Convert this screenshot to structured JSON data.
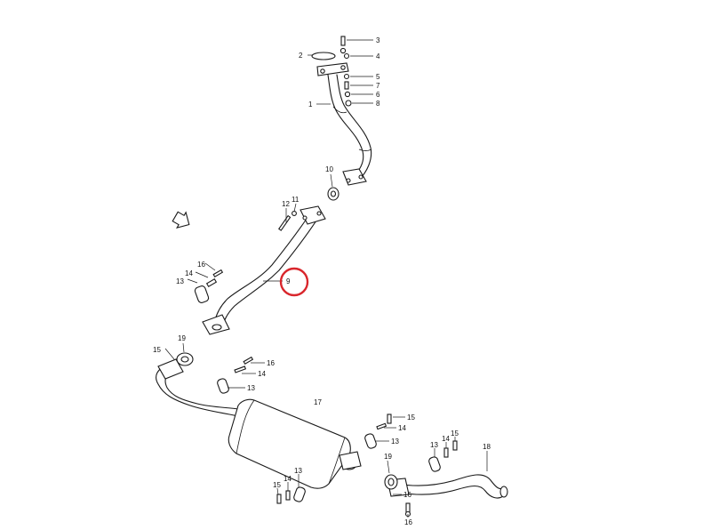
{
  "colors": {
    "line": "#1a1a1a",
    "highlight": "#d9262c",
    "background": "#ffffff"
  },
  "labels": [
    {
      "id": "l1",
      "text": "1"
    },
    {
      "id": "l2",
      "text": "2"
    },
    {
      "id": "l3",
      "text": "3"
    },
    {
      "id": "l4",
      "text": "4"
    },
    {
      "id": "l5",
      "text": "5"
    },
    {
      "id": "l6",
      "text": "6"
    },
    {
      "id": "l7",
      "text": "7"
    },
    {
      "id": "l8",
      "text": "8"
    },
    {
      "id": "l10",
      "text": "10"
    },
    {
      "id": "l11",
      "text": "11"
    },
    {
      "id": "l12",
      "text": "12"
    },
    {
      "id": "l9",
      "text": "9"
    },
    {
      "id": "l13a",
      "text": "13"
    },
    {
      "id": "l14a",
      "text": "14"
    },
    {
      "id": "l16a",
      "text": "16"
    },
    {
      "id": "l15a",
      "text": "15"
    },
    {
      "id": "l19a",
      "text": "19"
    },
    {
      "id": "l16b",
      "text": "16"
    },
    {
      "id": "l14b",
      "text": "14"
    },
    {
      "id": "l13b",
      "text": "13"
    },
    {
      "id": "l17",
      "text": "17"
    },
    {
      "id": "l15b",
      "text": "15"
    },
    {
      "id": "l14c",
      "text": "14"
    },
    {
      "id": "l13c",
      "text": "13"
    },
    {
      "id": "l19b",
      "text": "19"
    },
    {
      "id": "l13d",
      "text": "13"
    },
    {
      "id": "l15c",
      "text": "15"
    },
    {
      "id": "l18",
      "text": "18"
    },
    {
      "id": "l13e",
      "text": "13"
    },
    {
      "id": "l14d",
      "text": "14"
    },
    {
      "id": "l15d",
      "text": "15"
    },
    {
      "id": "l16c",
      "text": "16"
    }
  ],
  "highlighted_part": "9"
}
